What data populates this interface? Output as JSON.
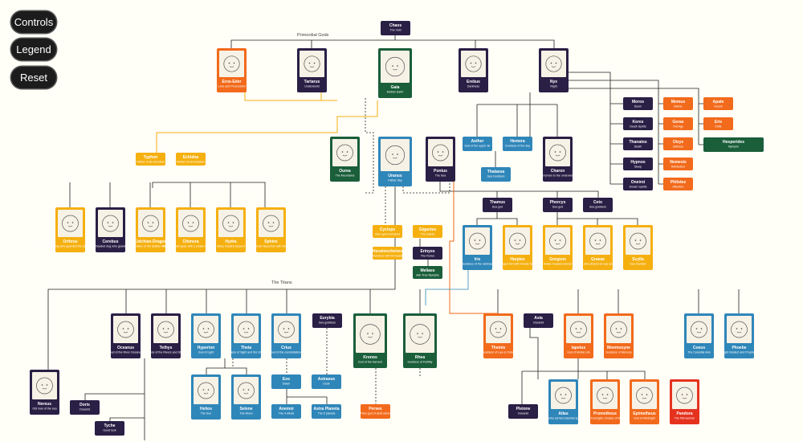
{
  "controls": {
    "controls_label": "Controls",
    "legend_label": "Legend",
    "reset_label": "Reset"
  },
  "groups": {
    "primordial": "Primordial Gods",
    "titans": "The Titans"
  },
  "colors": {
    "dark": "#2a1f45",
    "orange": "#f26a1b",
    "yellow": "#f5b010",
    "blue": "#2f86b9",
    "green": "#1a5e3a",
    "red": "#e5321f",
    "line": "#222222"
  },
  "nodes": [
    {
      "id": "chaos",
      "name": "Chaos",
      "title": "The Void",
      "color": "dark"
    },
    {
      "id": "eros",
      "name": "Eros-Eder",
      "title": "Love and Procreation",
      "color": "orange",
      "icon": "sun-face-icon"
    },
    {
      "id": "tartarus",
      "name": "Tartarus",
      "title": "Underworld",
      "color": "dark",
      "icon": "flames-icon"
    },
    {
      "id": "gaia",
      "name": "Gaia",
      "title": "Mother Earth",
      "color": "green",
      "icon": "earth-face-icon"
    },
    {
      "id": "erebus",
      "name": "Erebus",
      "title": "Darkness",
      "color": "dark",
      "icon": "dark-face-icon"
    },
    {
      "id": "nyx",
      "name": "Nyx",
      "title": "Night",
      "color": "dark",
      "icon": "night-face-icon"
    },
    {
      "id": "moros",
      "name": "Moros",
      "title": "Doom",
      "color": "dark"
    },
    {
      "id": "keres",
      "name": "Keres",
      "title": "Death Spirits",
      "color": "dark"
    },
    {
      "id": "thanatos",
      "name": "Thanatos",
      "title": "Death",
      "color": "dark"
    },
    {
      "id": "hypnos",
      "name": "Hypnos",
      "title": "Sleep",
      "color": "dark"
    },
    {
      "id": "oneiroi",
      "name": "Oneiroi",
      "title": "Dream Spirits",
      "color": "dark"
    },
    {
      "id": "momus",
      "name": "Momus",
      "title": "Blame",
      "color": "orange"
    },
    {
      "id": "geras",
      "name": "Geras",
      "title": "Old Age",
      "color": "orange"
    },
    {
      "id": "oizys",
      "name": "Oizys",
      "title": "Distress",
      "color": "orange"
    },
    {
      "id": "nemesis",
      "name": "Nemesis",
      "title": "Retribution",
      "color": "orange"
    },
    {
      "id": "philotes",
      "name": "Philotes",
      "title": "Affection",
      "color": "orange"
    },
    {
      "id": "apate",
      "name": "Apate",
      "title": "Deceit",
      "color": "orange"
    },
    {
      "id": "eris",
      "name": "Eris",
      "title": "Strife",
      "color": "orange"
    },
    {
      "id": "hesperides",
      "name": "Hesperides",
      "title": "Nymphs",
      "color": "green"
    },
    {
      "id": "ourea",
      "name": "Ourea",
      "title": "The Mountains",
      "color": "green",
      "icon": "mountains-icon"
    },
    {
      "id": "uranus",
      "name": "Uranus",
      "title": "Father Sky",
      "color": "blue",
      "icon": "stars-face-icon"
    },
    {
      "id": "pontus",
      "name": "Pontus",
      "title": "The Sea",
      "color": "dark",
      "icon": "sea-face-icon"
    },
    {
      "id": "aether",
      "name": "Aether",
      "title": "God of the upper air",
      "color": "blue"
    },
    {
      "id": "hemera",
      "name": "Hemera",
      "title": "Goddess of the day",
      "color": "blue"
    },
    {
      "id": "charon",
      "name": "Charon",
      "title": "Ferryman to the underworld",
      "color": "dark",
      "icon": "ferryman-icon"
    },
    {
      "id": "thalassa",
      "name": "Thalassa",
      "title": "Sea Goddess",
      "color": "blue"
    },
    {
      "id": "typhon",
      "name": "Typhon",
      "title": "Father of all monsters",
      "color": "yellow"
    },
    {
      "id": "echidna",
      "name": "Echidna",
      "title": "Mother of all monsters",
      "color": "yellow"
    },
    {
      "id": "orthrus",
      "name": "Orthrus",
      "title": "Two-headed dog who guarded the cattle of Geryon",
      "color": "yellow",
      "icon": "two-headed-dog-icon"
    },
    {
      "id": "cerebus",
      "name": "Cerebus",
      "title": "Three headed dog who guarded the",
      "color": "dark",
      "icon": "three-headed-dog-icon"
    },
    {
      "id": "colchian",
      "name": "Colchian-Dragon",
      "title": "Guardian of the Golden Fleece",
      "color": "yellow",
      "icon": "dragon-icon"
    },
    {
      "id": "chimera",
      "name": "Chimera",
      "title": "Part lion, part goat, with a snake-headed tail",
      "color": "yellow",
      "icon": "chimera-icon"
    },
    {
      "id": "hydra",
      "name": "Hydra",
      "title": "Many headed serpent",
      "color": "yellow",
      "icon": "hydra-icon"
    },
    {
      "id": "sphinx",
      "name": "Sphinx",
      "title": "Woman faced lion with wings",
      "color": "yellow",
      "icon": "sphinx-icon"
    },
    {
      "id": "cyclops",
      "name": "Cyclops",
      "title": "One-eyed monsters",
      "color": "yellow"
    },
    {
      "id": "gigantes",
      "name": "Gigantes",
      "title": "The Giants",
      "color": "yellow"
    },
    {
      "id": "hecatoncheires",
      "name": "Hecatoncheires",
      "title": "Monsters with 50 heads",
      "color": "yellow"
    },
    {
      "id": "erinyes",
      "name": "Erinyes",
      "title": "The Furies",
      "color": "dark"
    },
    {
      "id": "meliaes",
      "name": "Meliaes",
      "title": "Ash Tree Nymphs",
      "color": "green"
    },
    {
      "id": "thaumus",
      "name": "Thamus",
      "title": "Sea god",
      "color": "dark"
    },
    {
      "id": "phorcys",
      "name": "Phorcys",
      "title": "Sea god",
      "color": "dark"
    },
    {
      "id": "ceto",
      "name": "Ceto",
      "title": "Sea goddess",
      "color": "dark"
    },
    {
      "id": "iris",
      "name": "Iris",
      "title": "Goddess of the rainbow",
      "color": "blue",
      "icon": "rainbow-icon"
    },
    {
      "id": "harpies",
      "name": "Harpies",
      "title": "Winged bird with female faces",
      "color": "yellow",
      "icon": "harpy-icon"
    },
    {
      "id": "gorgons",
      "name": "Gorgons",
      "title": "Snake headed women",
      "color": "yellow",
      "icon": "medusa-icon"
    },
    {
      "id": "graeae",
      "name": "Graeae",
      "title": "3 sisters who shared an eye and a tooth",
      "color": "yellow",
      "icon": "sisters-icon"
    },
    {
      "id": "scylla",
      "name": "Scylla",
      "title": "Sea monster",
      "color": "yellow",
      "icon": "sea-monster-icon"
    },
    {
      "id": "oceanus",
      "name": "Oceanus",
      "title": "God of the River Oceanus",
      "color": "dark",
      "icon": "ocean-icon"
    },
    {
      "id": "tethys",
      "name": "Tethys",
      "title": "Goddess of the Rivers and Streams",
      "color": "dark",
      "icon": "rivers-icon"
    },
    {
      "id": "hyperion",
      "name": "Hyperion",
      "title": "God of Light",
      "color": "blue",
      "icon": "sun-icon"
    },
    {
      "id": "theia",
      "name": "Theia",
      "title": "Goddess of Sight and the Shining",
      "color": "blue",
      "icon": "sight-icon"
    },
    {
      "id": "crius",
      "name": "Crius",
      "title": "God of the constellations",
      "color": "blue",
      "icon": "constellation-icon"
    },
    {
      "id": "eurybia",
      "name": "Eurybia",
      "title": "Sea goddess",
      "color": "dark"
    },
    {
      "id": "kronos",
      "name": "Kronos",
      "title": "God of the Harvest",
      "color": "green",
      "icon": "harvest-icon"
    },
    {
      "id": "rhea",
      "name": "Rhea",
      "title": "Goddess of Fertility",
      "color": "green",
      "icon": "fertility-icon"
    },
    {
      "id": "themis",
      "name": "Themis",
      "title": "Goddess of Law & Order",
      "color": "orange",
      "icon": "scales-icon"
    },
    {
      "id": "asia",
      "name": "Asia",
      "title": "Oceanid",
      "color": "dark"
    },
    {
      "id": "iapetus",
      "name": "Iapetus",
      "title": "God of Mortal Life",
      "color": "orange",
      "icon": "mortal-icon"
    },
    {
      "id": "mnemosyne",
      "name": "Mnemosyne",
      "title": "Goddess of Memory",
      "color": "orange",
      "icon": "memory-icon"
    },
    {
      "id": "coeus",
      "name": "Coeus",
      "title": "The Celestial Axis",
      "color": "blue",
      "icon": "axis-icon"
    },
    {
      "id": "phoebe",
      "name": "Phoebe",
      "title": "Bright Intellect and Prophecy",
      "color": "blue",
      "icon": "moon-icon"
    },
    {
      "id": "nereus",
      "name": "Nereus",
      "title": "Old man of the sea",
      "color": "dark",
      "icon": "old-man-icon"
    },
    {
      "id": "doris",
      "name": "Doris",
      "title": "Oceanid",
      "color": "dark"
    },
    {
      "id": "tyche",
      "name": "Tyche",
      "title": "Good luck",
      "color": "dark"
    },
    {
      "id": "helios",
      "name": "Helios",
      "title": "The Sun",
      "color": "blue",
      "icon": "helios-icon"
    },
    {
      "id": "selene",
      "name": "Selene",
      "title": "The Moon",
      "color": "blue",
      "icon": "selene-icon"
    },
    {
      "id": "eos",
      "name": "Eos",
      "title": "Dawn",
      "color": "blue"
    },
    {
      "id": "astraeus",
      "name": "Astraeus",
      "title": "Dusk",
      "color": "blue"
    },
    {
      "id": "anemoi",
      "name": "Anemoi",
      "title": "The 4 winds",
      "color": "blue"
    },
    {
      "id": "astraplaneta",
      "name": "Astra Planeta",
      "title": "The 5 planets",
      "color": "blue"
    },
    {
      "id": "perses",
      "name": "Perses",
      "title": "Titan god of destruction",
      "color": "orange"
    },
    {
      "id": "atlas",
      "name": "Atlas",
      "title": "God who carried celestial sphere",
      "color": "blue",
      "icon": "atlas-icon"
    },
    {
      "id": "pleione",
      "name": "Pleione",
      "title": "Oceanid",
      "color": "dark"
    },
    {
      "id": "prometheus",
      "name": "Prometheus",
      "title": "God of Foresight, Creator of Mankind",
      "color": "orange",
      "icon": "torch-icon"
    },
    {
      "id": "epimetheus",
      "name": "Epimetheus",
      "title": "God of Hindsight",
      "color": "orange",
      "icon": "hindsight-icon"
    },
    {
      "id": "pandora",
      "name": "Pandora",
      "title": "The first woman",
      "color": "red",
      "icon": "pandora-icon"
    }
  ]
}
